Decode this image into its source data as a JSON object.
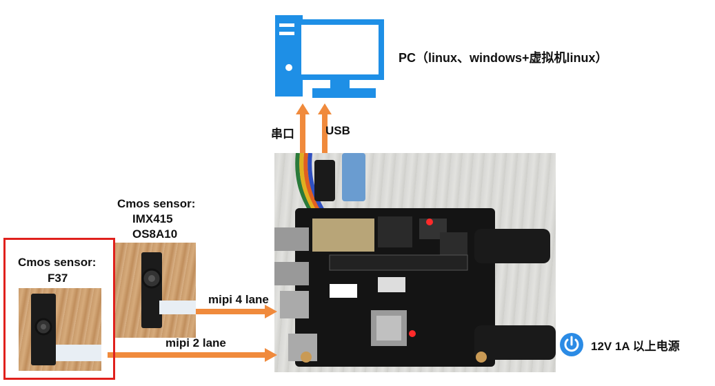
{
  "pc": {
    "label": "PC（linux、windows+虚拟机linux）",
    "icon": "desktop-computer-icon"
  },
  "connections": {
    "serial_label": "串口",
    "usb_label": "USB",
    "mipi4_label": "mipi 4 lane",
    "mipi2_label": "mipi 2 lane"
  },
  "sensor_large": {
    "line1": "Cmos sensor:",
    "line2": "IMX415",
    "line3": "OS8A10"
  },
  "sensor_small": {
    "line1": "Cmos sensor:",
    "line2": "F37"
  },
  "power": {
    "label": "12V 1A 以上电源",
    "icon": "power-icon"
  },
  "colors": {
    "arrow": "#f08a3c",
    "pc_blue": "#1e8fe6",
    "highlight_red": "#e0201c",
    "power_blue": "#2b8be5"
  }
}
